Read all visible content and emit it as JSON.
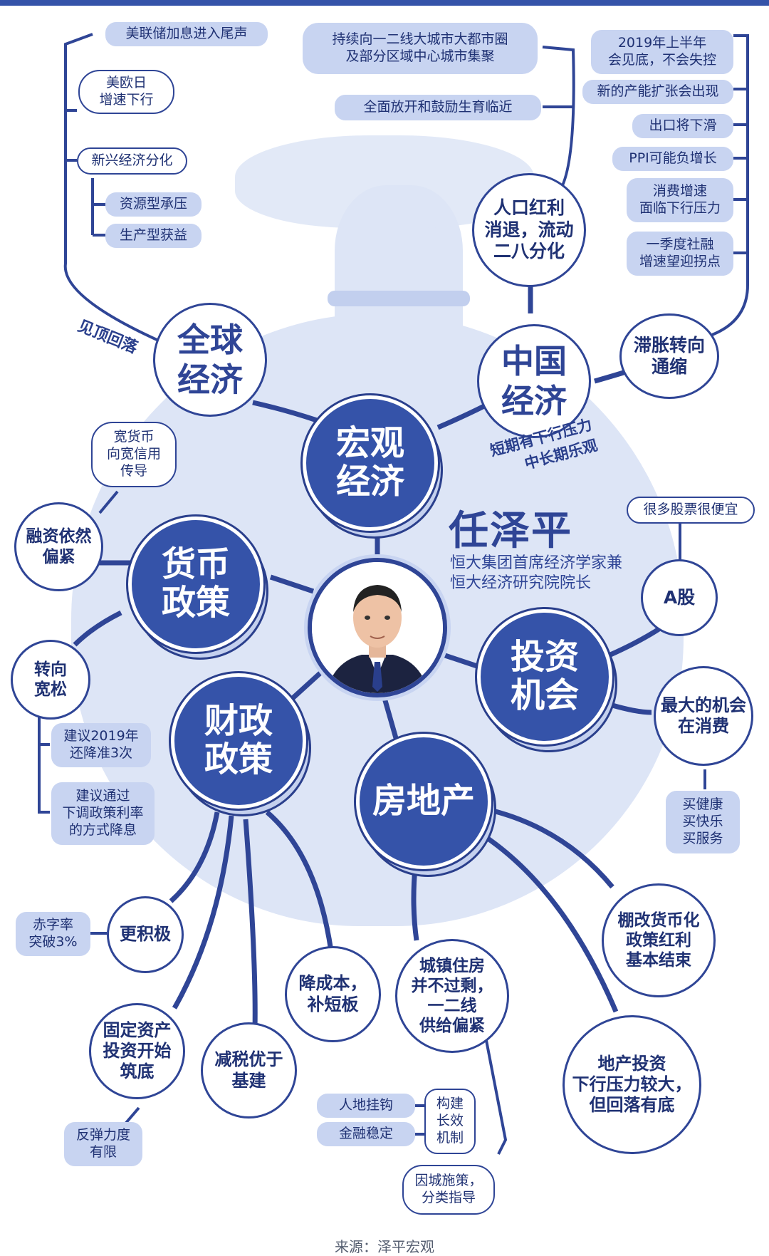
{
  "center": {
    "name": "任泽平",
    "title_line1": "恒大集团首席经济学家兼",
    "title_line2": "恒大经济研究院院长"
  },
  "hubs": {
    "macro": [
      "宏观",
      "经济"
    ],
    "monetary": [
      "货币",
      "政策"
    ],
    "fiscal": [
      "财政",
      "政策"
    ],
    "real_estate": "房地产",
    "investment": [
      "投资",
      "机会"
    ]
  },
  "global_economy": {
    "label": [
      "全球",
      "经济"
    ],
    "peak_note": "见顶回落",
    "us_eu_japan": [
      "美欧日",
      "增速下行"
    ],
    "fed_hike": "美联储加息进入尾声",
    "emerging": "新兴经济分化",
    "resource": "资源型承压",
    "production": "生产型获益"
  },
  "china_economy": {
    "label": [
      "中国",
      "经济"
    ],
    "outlook": [
      "短期有下行压力",
      "中长期乐观"
    ],
    "demographic": [
      "人口红利",
      "消退，流动",
      "二八分化"
    ],
    "city_cluster": [
      "持续向一二线大城市大都市圈",
      "及部分区域中心城市集聚"
    ],
    "birth_policy": "全面放开和鼓励生育临近",
    "deflation": [
      "滞胀转向",
      "通缩"
    ],
    "points": [
      [
        "2019年上半年",
        "会见底，不会失控"
      ],
      [
        "新的产能扩张会出现"
      ],
      [
        "出口将下滑"
      ],
      [
        "PPI可能负增长"
      ],
      [
        "消费增速",
        "面临下行压力"
      ],
      [
        "一季度社融",
        "增速望迎拐点"
      ]
    ]
  },
  "monetary_policy": {
    "tight": [
      "融资依然",
      "偏紧"
    ],
    "credit": [
      "宽货币",
      "向宽信用",
      "传导"
    ],
    "loosen": [
      "转向",
      "宽松"
    ],
    "rrr": [
      "建议2019年",
      "还降准3次"
    ],
    "rate": [
      "建议通过",
      "下调政策利率",
      "的方式降息"
    ]
  },
  "fiscal_policy": {
    "proactive": "更积极",
    "deficit": [
      "赤字率",
      "突破3%"
    ],
    "fixed_asset": [
      "固定资产",
      "投资开始",
      "筑底"
    ],
    "rebound": [
      "反弹力度",
      "有限"
    ],
    "tax_cut": [
      "减税优于",
      "基建"
    ],
    "cost_cut": [
      "降成本，",
      "补短板"
    ]
  },
  "real_estate": {
    "housing": [
      "城镇住房",
      "并不过剩，",
      "一二线",
      "供给偏紧"
    ],
    "mechanism": [
      "构建",
      "长效",
      "机制"
    ],
    "land_link": "人地挂钩",
    "finance_stable": "金融稳定",
    "city_policy": [
      "因城施策，",
      "分类指导"
    ],
    "shantytown": [
      "棚改货币化",
      "政策红利",
      "基本结束"
    ],
    "investment_pressure": [
      "地产投资",
      "下行压力较大，",
      "但回落有底"
    ]
  },
  "investment_opportunity": {
    "a_share": "A股",
    "cheap_stocks": "很多股票很便宜",
    "consumption": [
      "最大的机会",
      "在消费"
    ],
    "buy": [
      "买健康",
      "买快乐",
      "买服务"
    ]
  },
  "source": "来源：泽平宏观",
  "colors": {
    "primary": "#3553a9",
    "dark": "#1f3173",
    "pill": "#c8d4f1",
    "bag": "#dde5f6"
  }
}
